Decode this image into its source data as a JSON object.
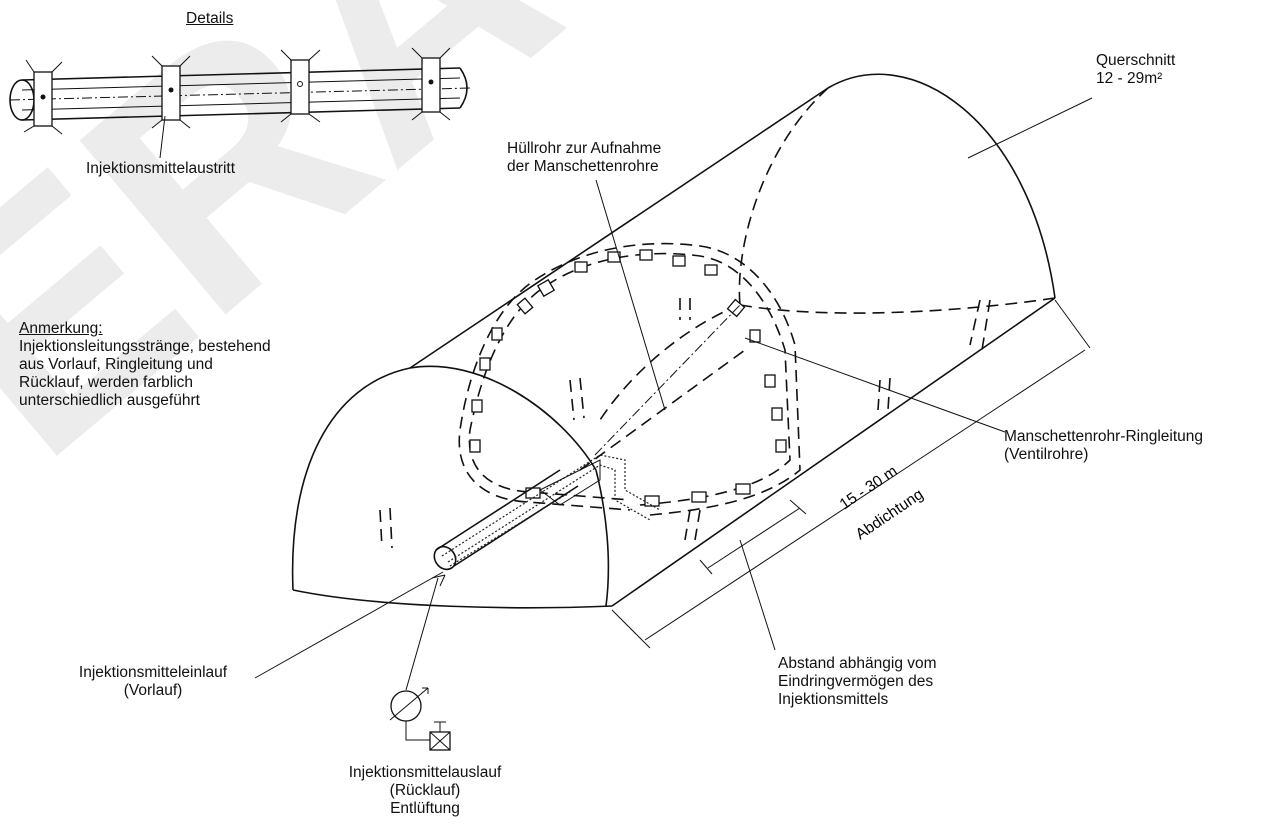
{
  "labels": {
    "details": "Details",
    "outlet_detail": "Injektionsmittelaustritt",
    "cross_section": "Querschnitt\n12 - 29m²",
    "sleeve_pipe": "Hüllrohr zur Aufnahme\nder Manschettenrohre",
    "note_heading": "Anmerkung:",
    "note_text": "Injektionsleitungsstränge, bestehend\naus Vorlauf, Ringleitung und\nRücklauf, werden farblich\nunterschiedlich ausgeführt",
    "ring_line": "Manschettenrohr-Ringleitung\n(Ventilrohre)",
    "length": "15 - 30 m",
    "sealing": "Abdichtung",
    "spacing": "Abstand abhängig vom\nEindringvermögen des\nInjektionsmittels",
    "inlet": "Injektionsmitteleinlauf\n(Vorlauf)",
    "outlet": "Injektionsmittelauslauf\n(Rücklauf)\nEntlüftung"
  },
  "watermark": "ERA Asien"
}
